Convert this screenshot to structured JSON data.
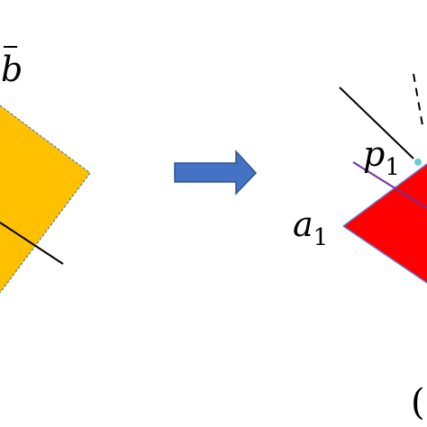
{
  "labels": {
    "left_vertex": "b",
    "right_vertex_a_base": "a",
    "right_vertex_a_sub": "1",
    "right_vertex_p_base": "p",
    "right_vertex_p_sub": "1",
    "panel_tag_partial": "("
  },
  "colors": {
    "left_fill": "#FFC000",
    "left_edge_dashed": "#4A7F9F",
    "right_fill": "#FF0000",
    "right_edge": "#5B7BD5",
    "arrow_fill": "#4472C4",
    "arrow_edge": "#2F528F",
    "purple_line": "#7030A0",
    "black_line": "#000000",
    "cyan_point": "#66CCDD"
  }
}
